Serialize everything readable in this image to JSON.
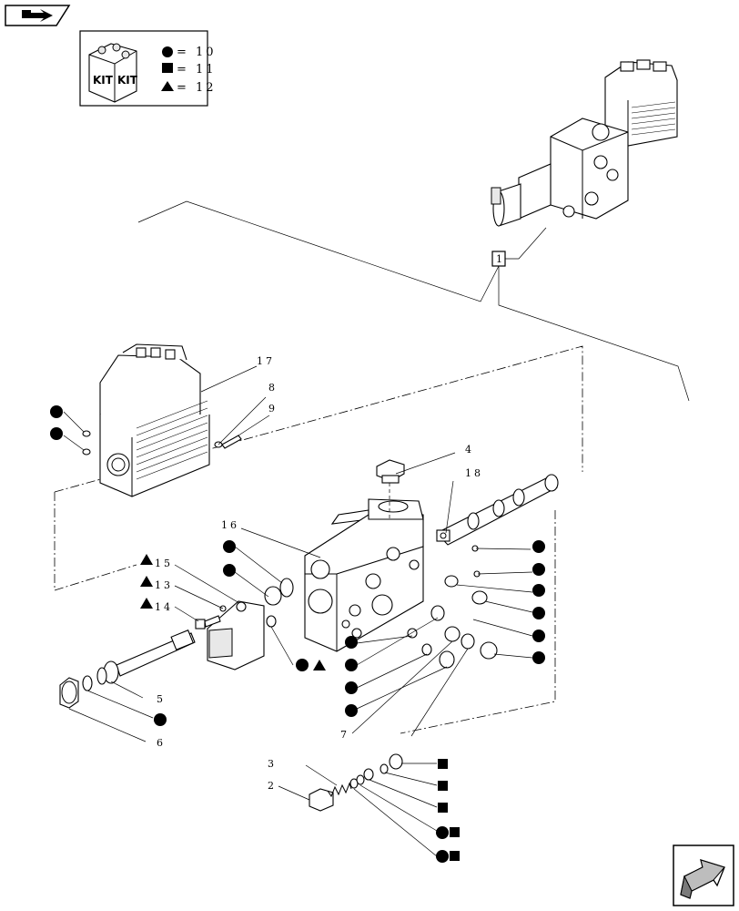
{
  "nav": {
    "back_icon": "arrow-back-icon",
    "next_icon": "arrow-next-icon"
  },
  "legend": {
    "kit_text_1": "KIT",
    "kit_text_2": "KIT",
    "rows": [
      {
        "symbol": "circle",
        "label": "= 10"
      },
      {
        "symbol": "square",
        "label": "= 11"
      },
      {
        "symbol": "triangle",
        "label": "= 12"
      }
    ]
  },
  "ref_box_label": "1",
  "callouts": {
    "c2": "2",
    "c3": "3",
    "c4": "4",
    "c5": "5",
    "c6": "6",
    "c7": "7",
    "c8": "8",
    "c9": "9",
    "c13": "13",
    "c14": "14",
    "c15": "15",
    "c16": "16",
    "c17": "17",
    "c18": "18"
  }
}
